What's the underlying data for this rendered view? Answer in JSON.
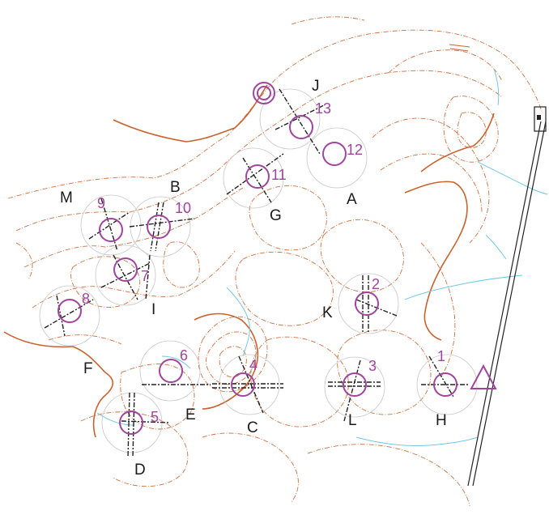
{
  "letters": [
    "J",
    "A",
    "B",
    "M",
    "G",
    "I",
    "K",
    "F",
    "E",
    "C",
    "L",
    "H",
    "D"
  ],
  "controls": [
    "1",
    "2",
    "3",
    "4",
    "5",
    "6",
    "7",
    "8",
    "9",
    "10",
    "11",
    "12",
    "13"
  ],
  "colors": {
    "control": "#a0449e",
    "contour": "#c8622e",
    "water": "#74c8e4",
    "text": "#1a1a1a"
  },
  "symbols": {
    "start": "triangle-icon",
    "finish": "double-circle-icon"
  }
}
